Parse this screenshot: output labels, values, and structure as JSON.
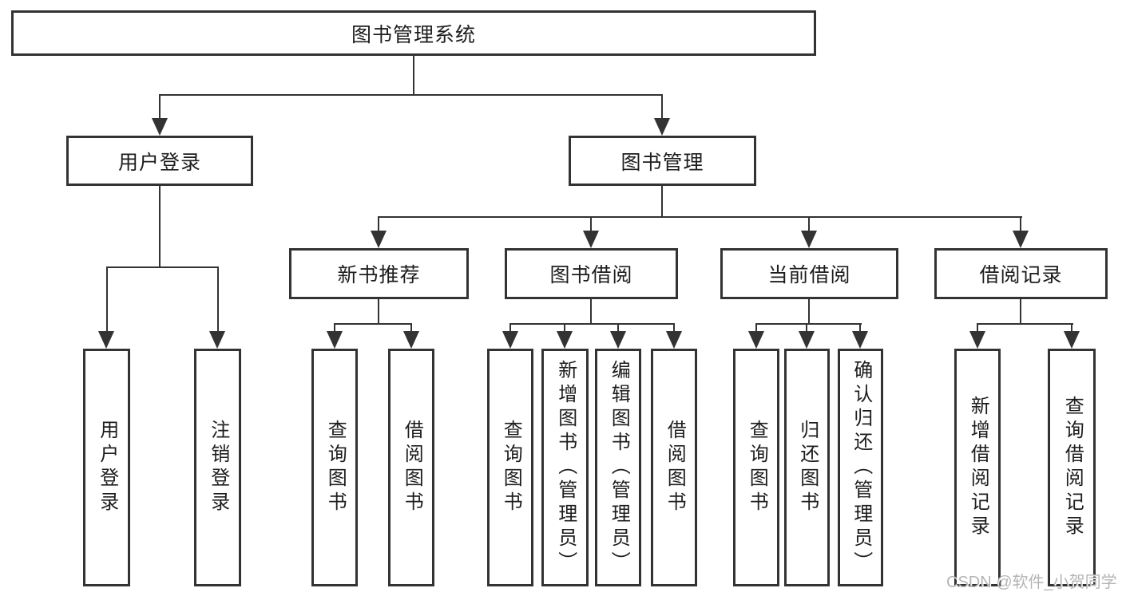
{
  "tree": {
    "root": {
      "label": "图书管理系统"
    },
    "user_login": {
      "label": "用户登录",
      "children": [
        {
          "label": "用户登录"
        },
        {
          "label": "注销登录"
        }
      ]
    },
    "book_mgmt": {
      "label": "图书管理",
      "children": [
        {
          "label": "新书推荐",
          "children": [
            {
              "label": "查询图书"
            },
            {
              "label": "借阅图书"
            }
          ]
        },
        {
          "label": "图书借阅",
          "children": [
            {
              "label": "查询图书"
            },
            {
              "label": "新增图书（管理员）"
            },
            {
              "label": "编辑图书（管理员）"
            },
            {
              "label": "借阅图书"
            }
          ]
        },
        {
          "label": "当前借阅",
          "children": [
            {
              "label": "查询图书"
            },
            {
              "label": "归还图书"
            },
            {
              "label": "确认归还（管理员）"
            }
          ]
        },
        {
          "label": "借阅记录",
          "children": [
            {
              "label": "新增借阅记录"
            },
            {
              "label": "查询借阅记录"
            }
          ]
        }
      ]
    }
  },
  "watermark": {
    "text": "CSDN @软件_小贺同学"
  },
  "colors": {
    "line": "#333333",
    "text": "#1d1d1d",
    "background": "#ffffff",
    "watermark": "#b5b5b5"
  }
}
